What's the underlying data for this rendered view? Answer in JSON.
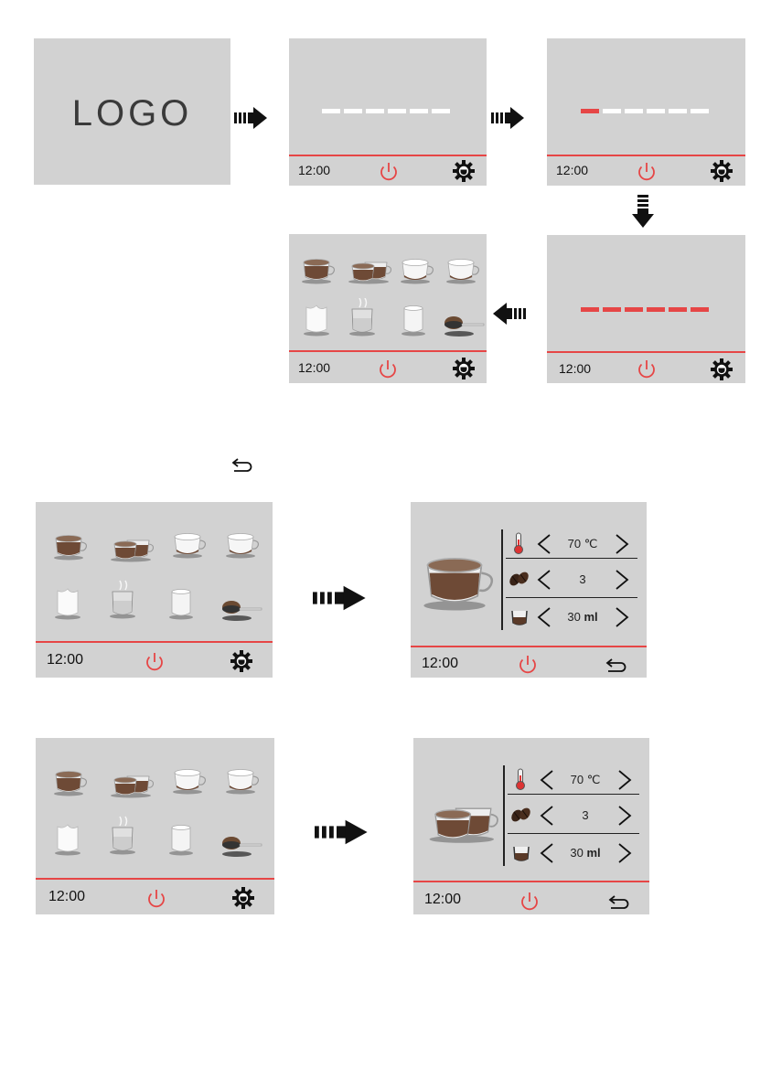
{
  "logo_screen": {
    "text": "LOGO"
  },
  "status_bar": {
    "time": "12:00"
  },
  "params": {
    "temperature": "70 ℃",
    "strength": "3",
    "volume_number": "30",
    "volume_unit": "ml"
  },
  "colors": {
    "accent": "#e64646",
    "panel": "#d2d2d2",
    "segment_off": "#ffffff"
  },
  "icons": [
    "power-icon",
    "settings-cup-gear-icon",
    "back-icon",
    "thermometer-icon",
    "coffee-beans-icon",
    "cup-volume-icon"
  ],
  "progress": {
    "steps_total": 6,
    "stage1_filled": 0,
    "stage2_filled": 1,
    "stage3_filled": 6
  }
}
